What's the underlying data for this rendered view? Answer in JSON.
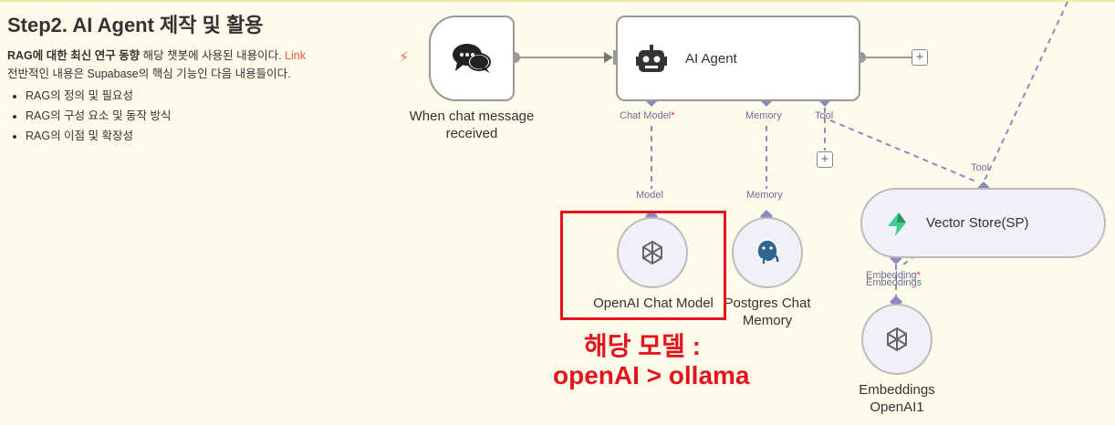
{
  "note": {
    "title": "Step2. AI Agent 제작 및 활용",
    "line1_bold": "RAG에 대한 최신 연구 동향",
    "line1_rest": " 해당 챗봇에 사용된 내용이다. ",
    "link": "Link",
    "line2": "전반적인 내용은 Supabase의 핵심 기능인 다음 내용들이다.",
    "bullets": [
      "RAG의 정의 및 필요성",
      "RAG의 구성 요소 및 동작 방식",
      "RAG의 이점 및 확장성"
    ]
  },
  "nodes": {
    "trigger": {
      "caption_1": "When chat message",
      "caption_2": "received",
      "icon": "chat-bubbles-icon"
    },
    "agent": {
      "title": "AI Agent",
      "icon": "robot-icon"
    },
    "openai_chat": {
      "caption": "OpenAI Chat Model",
      "icon": "openai-icon"
    },
    "postgres": {
      "caption_1": "Postgres Chat",
      "caption_2": "Memory",
      "icon": "postgres-icon"
    },
    "vector_store": {
      "title": "Vector Store(SP)",
      "icon": "supabase-icon"
    },
    "embeddings": {
      "caption_1": "Embeddings",
      "caption_2": "OpenAI1",
      "icon": "openai-icon"
    }
  },
  "ports": {
    "chat_model": "Chat Model",
    "memory": "Memory",
    "tool": "Tool",
    "model": "Model",
    "memory_in": "Memory",
    "tool_in": "Tool",
    "embedding": "Embedding",
    "embeddings": "Embeddings",
    "required_mark": "*"
  },
  "annotation": {
    "line1": "해당 모델 :",
    "line2": "openAI > ollama"
  },
  "colors": {
    "accent_red": "#e5141c",
    "link": "#e8594a",
    "port": "#8a8ac2",
    "supabase": "#3ecf8e"
  }
}
